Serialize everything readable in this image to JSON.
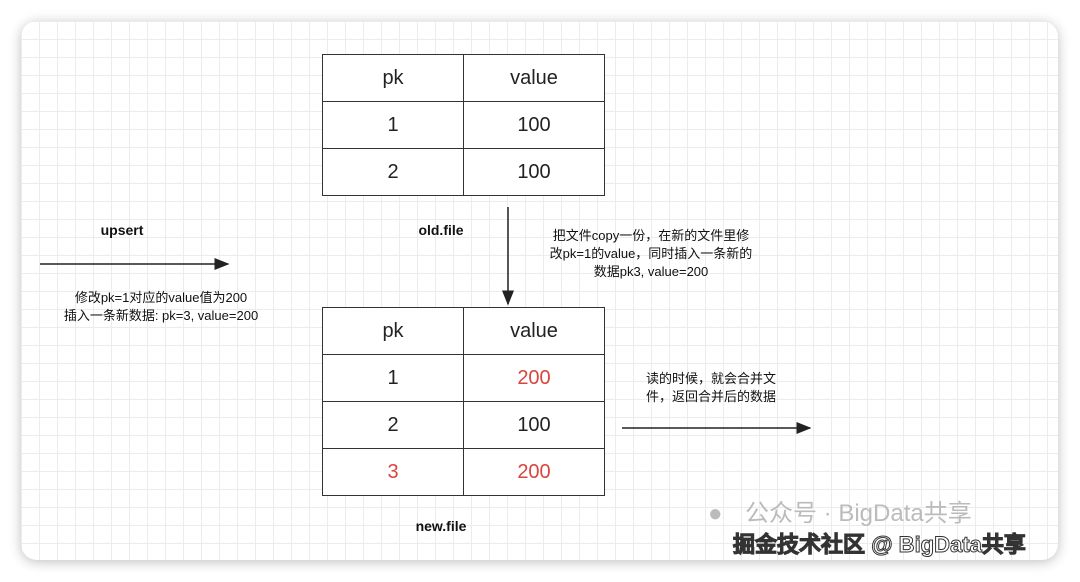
{
  "old_table": {
    "headers": [
      "pk",
      "value"
    ],
    "rows": [
      [
        "1",
        "100"
      ],
      [
        "2",
        "100"
      ]
    ],
    "label": "old.file"
  },
  "new_table": {
    "headers": [
      "pk",
      "value"
    ],
    "rows": [
      [
        "1",
        "200"
      ],
      [
        "2",
        "100"
      ],
      [
        "3",
        "200"
      ]
    ],
    "label": "new.file",
    "highlight_color": "#d9443f"
  },
  "upsert": {
    "label": "upsert",
    "desc": [
      "修改pk=1对应的value值为200",
      "插入一条新数据: pk=3, value=200"
    ]
  },
  "copy_note": [
    "把文件copy一份，在新的文件里修",
    "改pk=1的value，同时插入一条新的",
    "数据pk3, value=200"
  ],
  "read_note": [
    "读的时候，就会合并文",
    "件，返回合并后的数据"
  ],
  "watermark": {
    "back": "公众号 · BigData共享",
    "front": "掘金技术社区 @ BigData共享"
  }
}
